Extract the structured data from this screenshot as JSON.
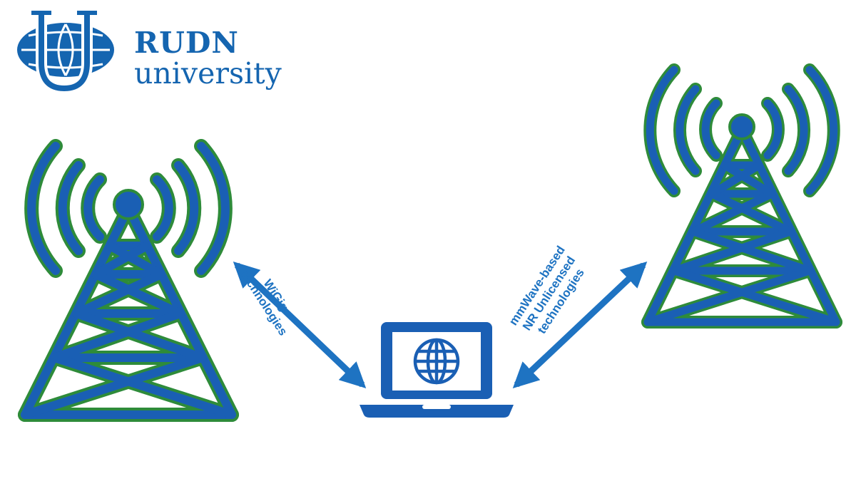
{
  "brand": {
    "line1": "RUDN",
    "line2": "university"
  },
  "links": {
    "left": {
      "line1": "WiGig",
      "line2": "technologies"
    },
    "right": {
      "line1": "mmWave-based",
      "line2": "NR Unlicensed",
      "line3": "technologies"
    }
  },
  "colors": {
    "primary_blue": "#1565b0",
    "tower_green": "#2e8b3a",
    "arrow_blue": "#1e73c2"
  },
  "icons": {
    "logo": "rudn-globe-u-logo",
    "left_tower": "cell-tower-icon",
    "right_tower": "cell-tower-icon",
    "laptop": "laptop-icon",
    "globe": "globe-icon"
  }
}
